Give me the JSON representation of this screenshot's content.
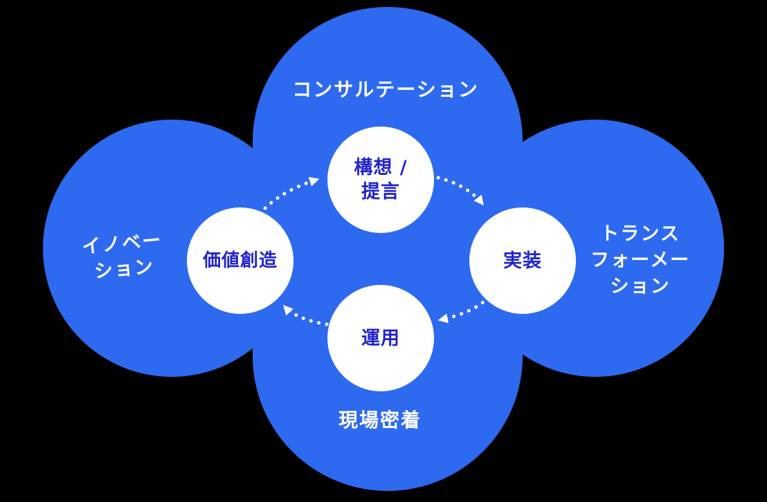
{
  "diagram": {
    "type": "four-lobe-clover-cycle",
    "description_visible_text_only": true
  },
  "lobes": {
    "top": {
      "label": "コンサルテーション"
    },
    "left": {
      "lines": [
        "イノベー",
        "ション"
      ]
    },
    "right": {
      "lines": [
        "トランス",
        "フォーメー",
        "ション"
      ]
    },
    "bottom": {
      "label": "現場密着"
    }
  },
  "nodes": [
    {
      "id": "value-creation",
      "lines": [
        "価値創造"
      ]
    },
    {
      "id": "concept-proposal",
      "lines": [
        "構想 /",
        "提言"
      ]
    },
    {
      "id": "implementation",
      "lines": [
        "実装"
      ]
    },
    {
      "id": "operation",
      "lines": [
        "運用"
      ]
    }
  ],
  "flows": [
    {
      "from": "価値創造",
      "to": "構想 / 提言",
      "style": "dotted-arrow"
    },
    {
      "from": "構想 / 提言",
      "to": "実装",
      "style": "dotted-arrow"
    },
    {
      "from": "実装",
      "to": "運用",
      "style": "dotted-arrow"
    },
    {
      "from": "運用",
      "to": "価値創造",
      "style": "dotted-arrow"
    }
  ],
  "colors": {
    "lobe_blue": "#2E6AF0",
    "node_bg": "#FFFFFF",
    "node_text": "#2023CB",
    "lobe_text": "#FFFFFF",
    "background": "#000000"
  }
}
